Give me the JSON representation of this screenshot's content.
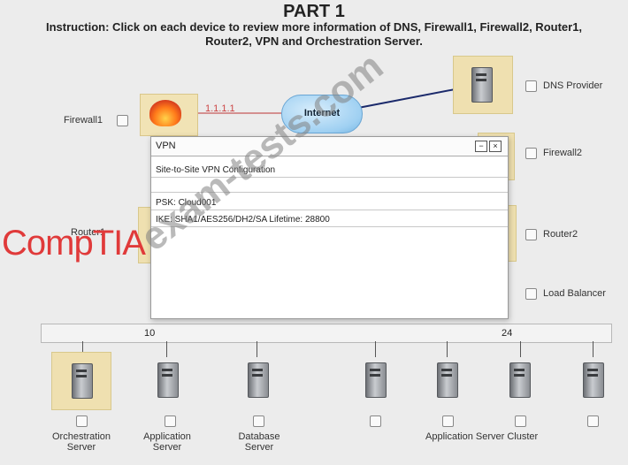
{
  "title": "PART 1",
  "instruction": "Instruction: Click on each device to review more information of DNS, Firewall1, Firewall2, Router1, Router2, VPN and Orchestration Server.",
  "devices": {
    "dns": "DNS Provider",
    "firewall1": "Firewall1",
    "firewall2": "Firewall2",
    "router1": "Router1",
    "router2": "Router2",
    "load_balancer": "Load Balancer",
    "internet": "Internet",
    "ip": "1.1.1.1"
  },
  "switch": {
    "left": "10",
    "right": "24"
  },
  "bottom": {
    "orchestration": "Orchestration Server",
    "application": "Application Server",
    "database": "Database Server",
    "cluster": "Application Server Cluster"
  },
  "dialog": {
    "title": "VPN",
    "minimize": "−",
    "close": "×",
    "rows": [
      "Site-to-Site VPN Configuration",
      "",
      "PSK: Cloud001",
      "IKE: SHA1/AES256/DH2/SA Lifetime: 28800"
    ]
  },
  "branding": {
    "logo": "CompTIA",
    "watermark": "exam-tests.com"
  }
}
